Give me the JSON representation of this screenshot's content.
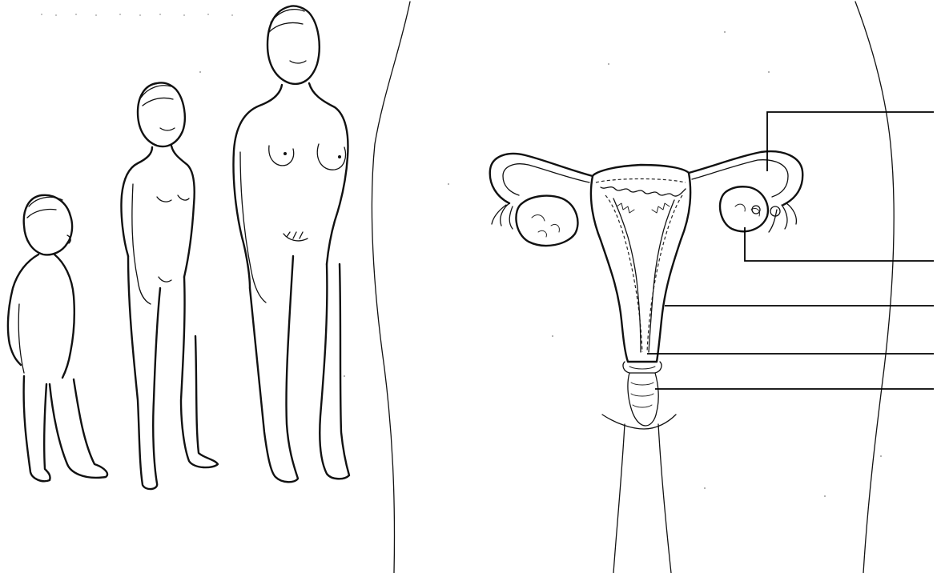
{
  "figures": [
    {
      "id": "young-child"
    },
    {
      "id": "adolescent-girl"
    },
    {
      "id": "adult-woman"
    }
  ],
  "anatomy": {
    "structures": [
      "fallopian-tube",
      "ovary",
      "uterus",
      "cervix",
      "vagina"
    ]
  },
  "label_lines": [
    {
      "id": "fallopian-tube",
      "label": ""
    },
    {
      "id": "ovary",
      "label": ""
    },
    {
      "id": "uterus",
      "label": ""
    },
    {
      "id": "cervix",
      "label": ""
    },
    {
      "id": "vagina",
      "label": ""
    }
  ],
  "colors": {
    "ink": "#111111",
    "background": "#ffffff",
    "speckle": "#9a9a9a"
  }
}
